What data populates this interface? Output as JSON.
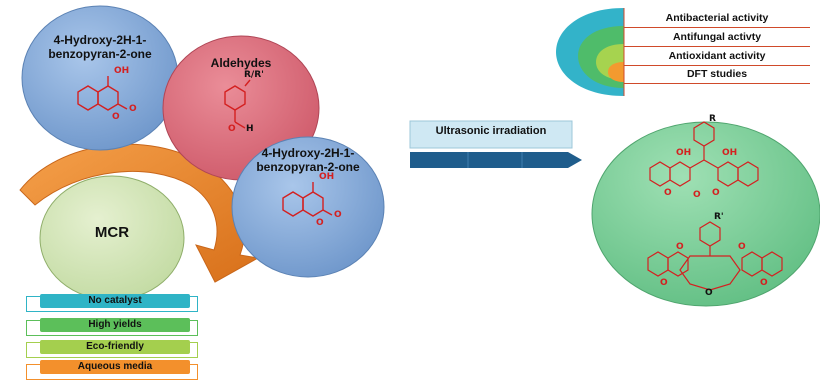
{
  "reactants": {
    "coumarin_top": {
      "name": "4-Hydroxy-2H-1-benzopyran-2-one",
      "line1": "4-Hydroxy-2H-1-",
      "line2": "benzopyran-2-one",
      "oh": "OH",
      "o_ring": "O",
      "o_carbonyl": "O"
    },
    "aldehydes": {
      "name": "Aldehydes",
      "substituent": "R/R'",
      "o": "O",
      "h": "H"
    },
    "coumarin_bottom": {
      "name": "4-Hydroxy-2H-1-benzopyran-2-one",
      "line1": "4-Hydroxy-2H-1-",
      "line2": "benzopyran-2-one",
      "oh": "OH",
      "o_ring": "O",
      "o_carbonyl": "O"
    }
  },
  "mcr": {
    "label": "MCR"
  },
  "conditions": {
    "items": [
      {
        "label": "No catalyst",
        "color": "#2fb4c6"
      },
      {
        "label": "High yields",
        "color": "#5cbf5a"
      },
      {
        "label": "Eco-friendly",
        "color": "#a4cf4e"
      },
      {
        "label": "Aqueous media",
        "color": "#f3902c"
      }
    ]
  },
  "reaction": {
    "label": "Ultrasonic irradiation"
  },
  "activities": {
    "items": [
      "Antibacterial activity",
      "Antifungal activty",
      "Antioxidant activity",
      "DFT studies"
    ],
    "colors": [
      "#33b3c9",
      "#4fbc6a",
      "#a6d34f",
      "#f39a2f"
    ]
  },
  "products": {
    "top": {
      "r": "R",
      "oh_left": "OH",
      "oh_right": "OH",
      "o1": "O",
      "o2": "O",
      "o3": "O"
    },
    "bottom": {
      "r": "R'",
      "o_left": "O",
      "o_right": "O",
      "o_center": "O",
      "o4": "O",
      "o5": "O"
    }
  },
  "colors": {
    "circle_blue": "#7fa7d8",
    "circle_red": "#d96a7a",
    "circle_green_light": "#cfe3b0",
    "product_green": "#7fd09b",
    "arrow_orange": "#e8821e",
    "arrow_blue": "#1f5d8c",
    "structure_red": "#d42020"
  }
}
